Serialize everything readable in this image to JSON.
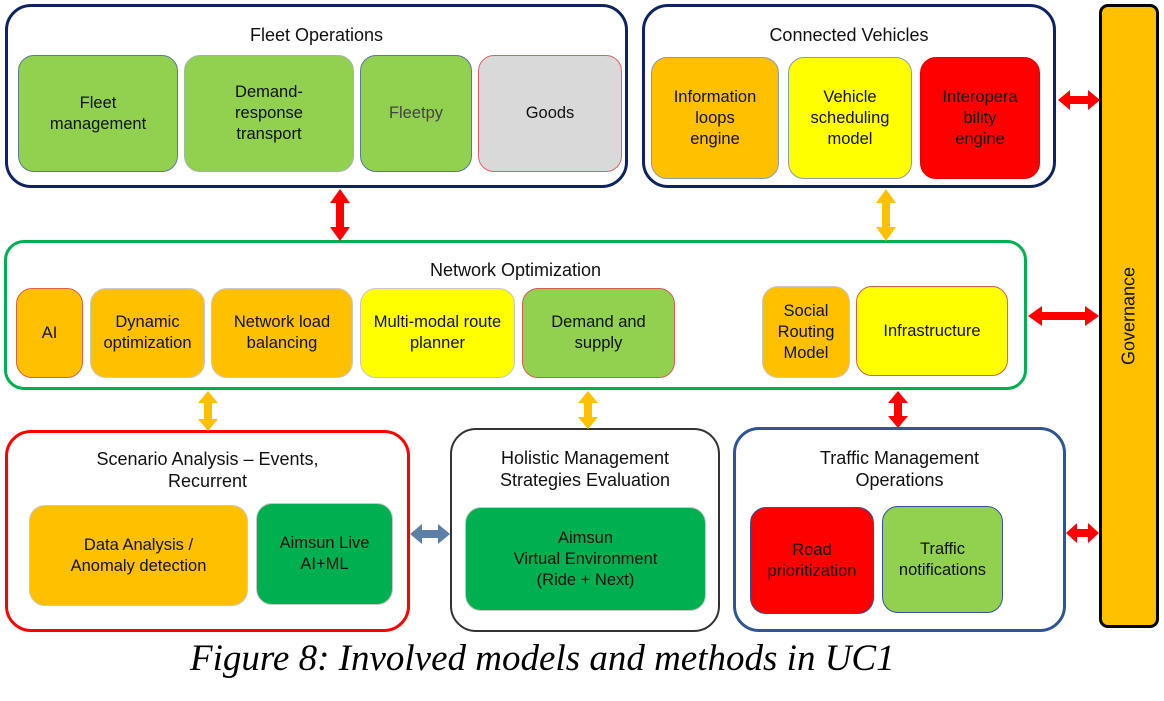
{
  "colors": {
    "orange": "#FFC000",
    "yellow": "#FFFF00",
    "red": "#FF0000",
    "light_green": "#92D050",
    "dark_green": "#00B050",
    "grey": "#D9D9D9",
    "navy": "#0E2461",
    "steel_blue": "#2F5597",
    "green_border": "#00B050",
    "arrow_red": "#FF0000",
    "arrow_orange": "#FFC000",
    "arrow_blue": "#5B7FA6"
  },
  "fleet_operations": {
    "title": "Fleet Operations",
    "items": [
      {
        "label": "Fleet\nmanagement",
        "color": "light_green"
      },
      {
        "label": "Demand-\nresponse\ntransport",
        "color": "light_green"
      },
      {
        "label": "Fleetpy",
        "color": "light_green"
      },
      {
        "label": "Goods",
        "color": "grey"
      }
    ]
  },
  "connected_vehicles": {
    "title": "Connected Vehicles",
    "items": [
      {
        "label": "Information\nloops\nengine",
        "color": "orange"
      },
      {
        "label": "Vehicle\nscheduling\nmodel",
        "color": "yellow"
      },
      {
        "label": "Interopera\nbility\nengine",
        "color": "red"
      }
    ]
  },
  "network_optimization": {
    "title": "Network Optimization",
    "items": [
      {
        "label": "AI",
        "color": "orange"
      },
      {
        "label": "Dynamic\noptimization",
        "color": "orange"
      },
      {
        "label": "Network load\nbalancing",
        "color": "orange"
      },
      {
        "label": "Multi-modal route\nplanner",
        "color": "yellow"
      },
      {
        "label": "Demand and\nsupply",
        "color": "light_green"
      },
      {
        "label": "Social\nRouting\nModel",
        "color": "orange"
      },
      {
        "label": "Infrastructure",
        "color": "yellow"
      }
    ]
  },
  "scenario_analysis": {
    "title": "Scenario Analysis – Events,\nRecurrent",
    "items": [
      {
        "label": "Data Analysis /\nAnomaly detection",
        "color": "orange"
      },
      {
        "label": "Aimsun Live\nAI+ML",
        "color": "dark_green"
      }
    ]
  },
  "holistic_management": {
    "title": "Holistic Management\nStrategies Evaluation",
    "items": [
      {
        "label": "Aimsun\nVirtual Environment\n(Ride + Next)",
        "color": "dark_green"
      }
    ]
  },
  "traffic_management": {
    "title": "Traffic Management\nOperations",
    "items": [
      {
        "label": "Road\nprioritization",
        "color": "red"
      },
      {
        "label": "Traffic\nnotifications",
        "color": "light_green"
      }
    ]
  },
  "governance": {
    "label": "Governance",
    "color": "orange"
  },
  "connections": [
    {
      "from": "Fleet Operations",
      "to": "Network Optimization",
      "color": "arrow_red",
      "type": "bidirectional"
    },
    {
      "from": "Connected Vehicles",
      "to": "Network Optimization",
      "color": "arrow_orange",
      "type": "bidirectional"
    },
    {
      "from": "Connected Vehicles",
      "to": "Governance",
      "color": "arrow_red",
      "type": "bidirectional"
    },
    {
      "from": "Network Optimization",
      "to": "Governance",
      "color": "arrow_red",
      "type": "bidirectional"
    },
    {
      "from": "Network Optimization",
      "to": "Scenario Analysis – Events, Recurrent",
      "color": "arrow_orange",
      "type": "bidirectional"
    },
    {
      "from": "Network Optimization",
      "to": "Holistic Management Strategies Evaluation",
      "color": "arrow_orange",
      "type": "bidirectional"
    },
    {
      "from": "Network Optimization",
      "to": "Traffic Management Operations",
      "color": "arrow_red",
      "type": "bidirectional"
    },
    {
      "from": "Scenario Analysis – Events, Recurrent",
      "to": "Holistic Management Strategies Evaluation",
      "color": "arrow_blue",
      "type": "bidirectional"
    },
    {
      "from": "Traffic Management Operations",
      "to": "Governance",
      "color": "arrow_red",
      "type": "bidirectional"
    }
  ],
  "caption": "Figure 8: Involved models and methods in UC1"
}
